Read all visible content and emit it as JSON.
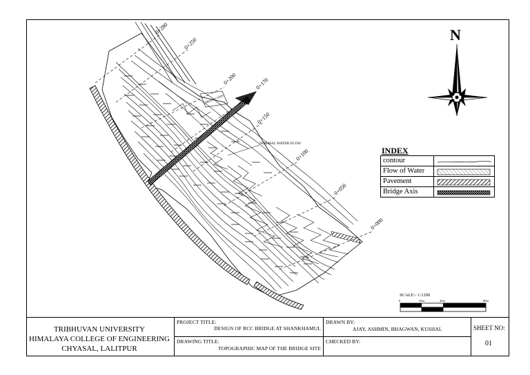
{
  "map": {
    "chainages": [
      "0+280",
      "0+250",
      "0+200",
      "0+170",
      "0+150",
      "0+100",
      "0+050",
      "0+000"
    ],
    "labels": {
      "bridge_axis": "BRIDGE AXIS",
      "water_flow": "NORMAL WATER FLOW"
    }
  },
  "north": {
    "label": "N"
  },
  "index": {
    "title": "INDEX",
    "items": [
      {
        "label": "contour"
      },
      {
        "label": "Flow of Water"
      },
      {
        "label": "Pavement"
      },
      {
        "label": "Bridge Axis"
      }
    ]
  },
  "scale": {
    "label": "SCALE:- 1:1200",
    "ticks": [
      "0",
      "20m",
      "40m",
      "80m"
    ]
  },
  "title_block": {
    "institution": [
      "TRIBHUVAN UNIVERSITY",
      "HIMALAYA COLLEGE OF ENGINEERING",
      "CHYASAL, LALITPUR"
    ],
    "project_title_label": "PROJECT TITLE:",
    "project_title": "DESIGN OF RCC BRIDGE AT SHANKHAMUL",
    "drawing_title_label": "DRAWING TITLE:",
    "drawing_title": "TOPOGRAPHIC MAP OF THE BRIDGE SITE",
    "drawn_by_label": "DRAWN BY:",
    "drawn_by": "AJAY, ASHMIN, BHAGWAN, KUSHAL",
    "checked_by_label": "CHECKED BY:",
    "checked_by": "",
    "sheet_no_label": "SHEET NO:",
    "sheet_no": "01"
  }
}
